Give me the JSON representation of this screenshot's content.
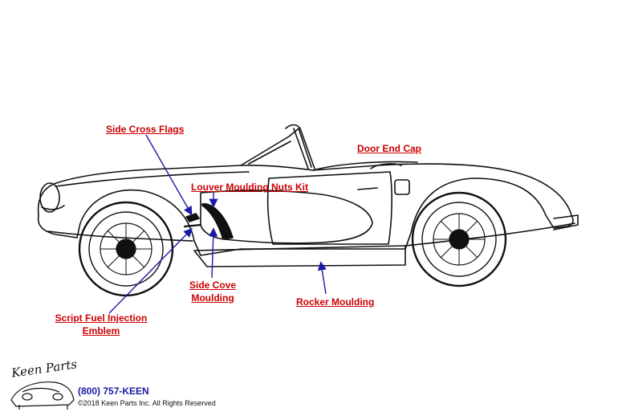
{
  "callouts": {
    "side_cross_flags": "Side Cross Flags",
    "door_end_cap": "Door End Cap",
    "louver_moulding_nuts_kit": "Louver Moulding Nuts Kit",
    "side_cove_moulding_line1": "Side Cove",
    "side_cove_moulding_line2": "Moulding",
    "rocker_moulding": "Rocker Moulding",
    "script_fuel_injection_line1": "Script Fuel Injection",
    "script_fuel_injection_line2": "Emblem"
  },
  "footer": {
    "logo": "Keen Parts",
    "phone": "(800) 757-KEEN",
    "copyright": "©2018 Keen Parts Inc. All Rights Reserved"
  },
  "colors": {
    "callout_text": "#cc0000",
    "leader_arrow": "#1a1aa6",
    "line_art": "#111111"
  }
}
